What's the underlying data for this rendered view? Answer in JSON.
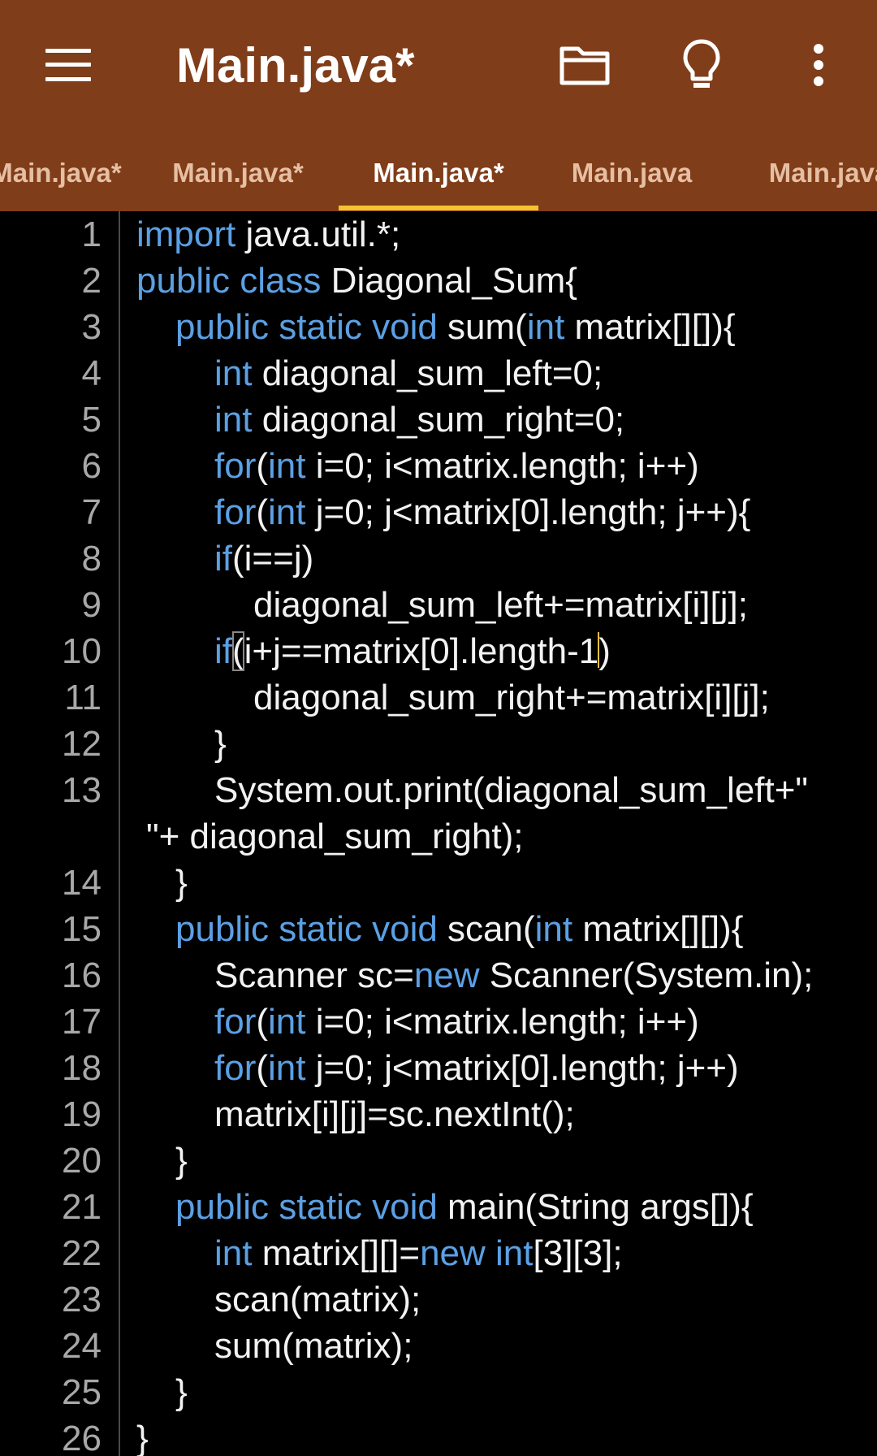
{
  "appbar": {
    "title": "Main.java*",
    "colors": {
      "background": "#803d19",
      "tab_indicator": "#f4c430",
      "keyword": "#5ba0e4"
    },
    "icons": [
      "menu-icon",
      "folder-icon",
      "lightbulb-icon",
      "more-vert-icon"
    ]
  },
  "tabs": [
    {
      "label": "Main.java*"
    },
    {
      "label": "Main.java*"
    },
    {
      "label": "Main.java*",
      "active": true
    },
    {
      "label": "Main.java"
    },
    {
      "label": "Main.java"
    }
  ],
  "editor": {
    "lines": [
      {
        "n": "1",
        "tokens": [
          [
            "kw",
            "import"
          ],
          [
            "t",
            " java.util.*;"
          ]
        ]
      },
      {
        "n": "2",
        "tokens": [
          [
            "kw",
            "public class"
          ],
          [
            "t",
            " Diagonal_Sum{"
          ]
        ]
      },
      {
        "n": "3",
        "tokens": [
          [
            "kw",
            "public static void"
          ],
          [
            "t",
            " sum("
          ],
          [
            "kw",
            "int"
          ],
          [
            "t",
            " matrix[][]){"
          ]
        ]
      },
      {
        "n": "4",
        "tokens": [
          [
            "kw",
            "int"
          ],
          [
            "t",
            " diagonal_sum_left=0;"
          ]
        ]
      },
      {
        "n": "5",
        "tokens": [
          [
            "kw",
            "int"
          ],
          [
            "t",
            " diagonal_sum_right=0;"
          ]
        ]
      },
      {
        "n": "6",
        "tokens": [
          [
            "kw",
            "for"
          ],
          [
            "t",
            "("
          ],
          [
            "kw",
            "int"
          ],
          [
            "t",
            " i=0; i<matrix.length; i++)"
          ]
        ]
      },
      {
        "n": "7",
        "tokens": [
          [
            "kw",
            "for"
          ],
          [
            "t",
            "("
          ],
          [
            "kw",
            "int"
          ],
          [
            "t",
            " j=0; j<matrix[0].length; j++){"
          ]
        ]
      },
      {
        "n": "8",
        "tokens": [
          [
            "kw",
            "if"
          ],
          [
            "t",
            "(i==j)"
          ]
        ]
      },
      {
        "n": "9",
        "tokens": [
          [
            "t",
            "diagonal_sum_left+=matrix[i][j];"
          ]
        ]
      },
      {
        "n": "10",
        "tokens": [
          [
            "kw",
            "if"
          ],
          [
            "b",
            "("
          ],
          [
            "t",
            "i+j==matrix[0].length-1"
          ],
          [
            "c",
            ""
          ],
          [
            "t",
            ")"
          ]
        ]
      },
      {
        "n": "11",
        "tokens": [
          [
            "t",
            "diagonal_sum_right+=matrix[i][j];"
          ]
        ]
      },
      {
        "n": "12",
        "tokens": [
          [
            "t",
            "}"
          ]
        ]
      },
      {
        "n": "13",
        "tokens": [
          [
            "t",
            "System.out.print(diagonal_sum_left+\""
          ]
        ]
      },
      {
        "n": "",
        "tokens": [
          [
            "t",
            "\"+ diagonal_sum_right);"
          ]
        ]
      },
      {
        "n": "14",
        "tokens": [
          [
            "t",
            "}"
          ]
        ]
      },
      {
        "n": "15",
        "tokens": [
          [
            "kw",
            "public static void"
          ],
          [
            "t",
            " scan("
          ],
          [
            "kw",
            "int"
          ],
          [
            "t",
            " matrix[][]){"
          ]
        ]
      },
      {
        "n": "16",
        "tokens": [
          [
            "t",
            "Scanner sc="
          ],
          [
            "kw",
            "new"
          ],
          [
            "t",
            " Scanner(System.in);"
          ]
        ]
      },
      {
        "n": "17",
        "tokens": [
          [
            "kw",
            "for"
          ],
          [
            "t",
            "("
          ],
          [
            "kw",
            "int"
          ],
          [
            "t",
            " i=0; i<matrix.length; i++)"
          ]
        ]
      },
      {
        "n": "18",
        "tokens": [
          [
            "kw",
            "for"
          ],
          [
            "t",
            "("
          ],
          [
            "kw",
            "int"
          ],
          [
            "t",
            " j=0; j<matrix[0].length; j++)"
          ]
        ]
      },
      {
        "n": "19",
        "tokens": [
          [
            "t",
            "matrix[i][j]=sc.nextInt();"
          ]
        ]
      },
      {
        "n": "20",
        "tokens": [
          [
            "t",
            "}"
          ]
        ]
      },
      {
        "n": "21",
        "tokens": [
          [
            "kw",
            "public static void"
          ],
          [
            "t",
            " main(String args[]){"
          ]
        ]
      },
      {
        "n": "22",
        "tokens": [
          [
            "kw",
            "int"
          ],
          [
            "t",
            " matrix[][]="
          ],
          [
            "kw",
            "new int"
          ],
          [
            "t",
            "[3][3];"
          ]
        ]
      },
      {
        "n": "23",
        "tokens": [
          [
            "t",
            "scan(matrix);"
          ]
        ]
      },
      {
        "n": "24",
        "tokens": [
          [
            "t",
            "sum(matrix);"
          ]
        ]
      },
      {
        "n": "25",
        "tokens": [
          [
            "t",
            "}"
          ]
        ]
      },
      {
        "n": "26",
        "tokens": [
          [
            "t",
            "}"
          ]
        ]
      }
    ]
  }
}
